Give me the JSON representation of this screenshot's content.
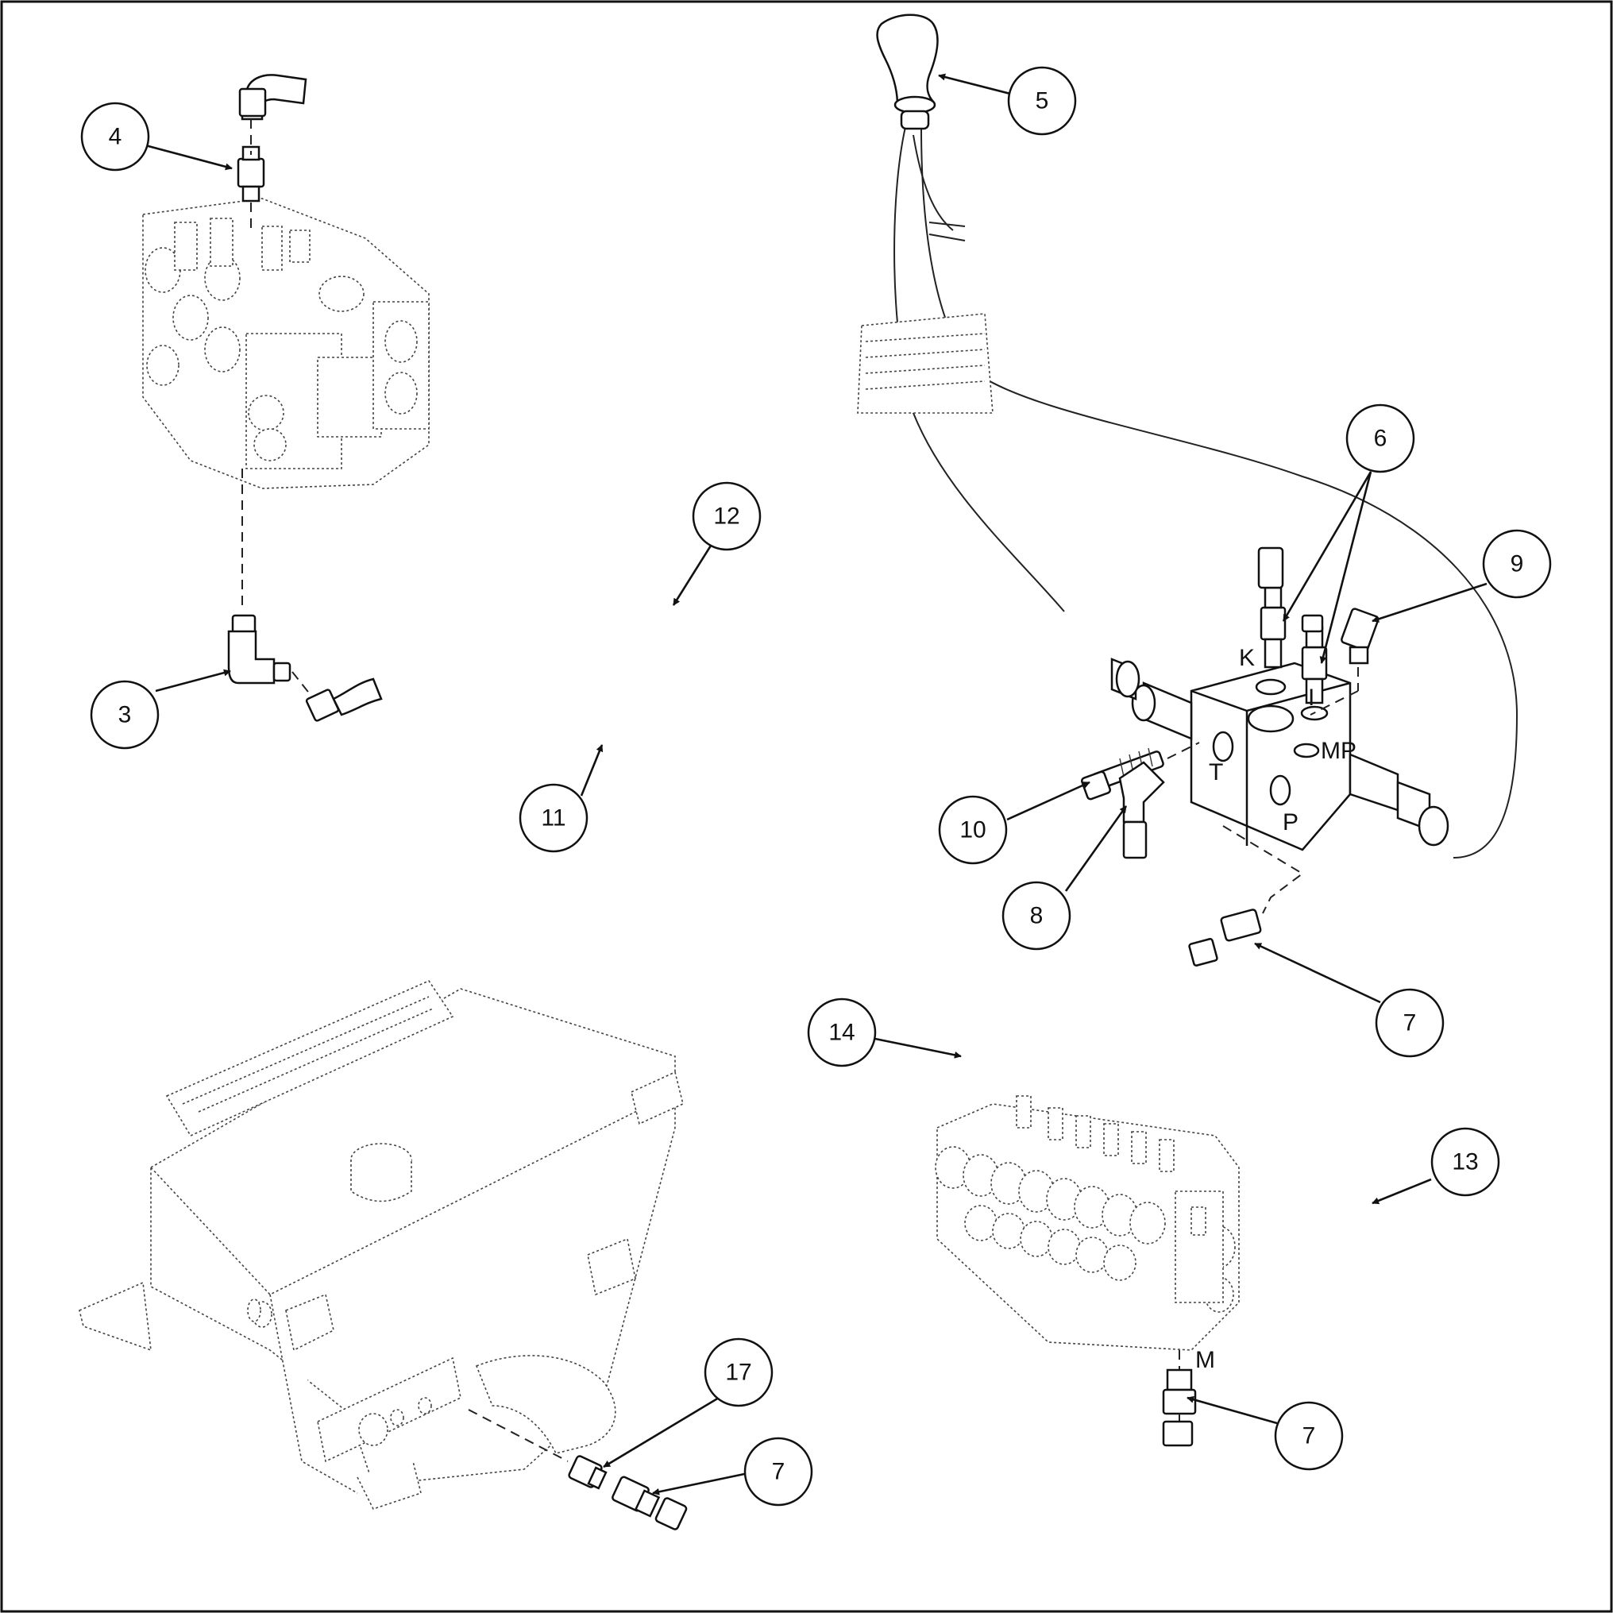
{
  "callouts": [
    {
      "id": "c4",
      "label": "4"
    },
    {
      "id": "c3",
      "label": "3"
    },
    {
      "id": "c5",
      "label": "5"
    },
    {
      "id": "c6",
      "label": "6"
    },
    {
      "id": "c9",
      "label": "9"
    },
    {
      "id": "c12",
      "label": "12"
    },
    {
      "id": "c11",
      "label": "11"
    },
    {
      "id": "c10",
      "label": "10"
    },
    {
      "id": "c8",
      "label": "8"
    },
    {
      "id": "c7a",
      "label": "7"
    },
    {
      "id": "c14",
      "label": "14"
    },
    {
      "id": "c13",
      "label": "13"
    },
    {
      "id": "c17",
      "label": "17"
    },
    {
      "id": "c7b",
      "label": "7"
    },
    {
      "id": "c7c",
      "label": "7"
    }
  ],
  "ports": {
    "k": "K",
    "i": "I",
    "mp": "MP",
    "t": "T",
    "p": "P",
    "m": "M"
  }
}
